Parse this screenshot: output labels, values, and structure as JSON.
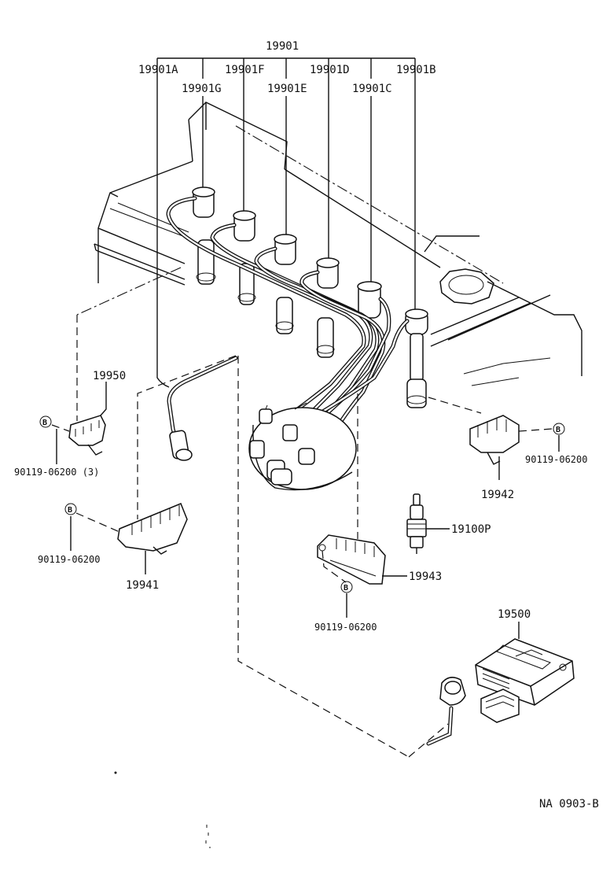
{
  "labels": {
    "set": "19901",
    "a": "19901A",
    "f": "19901F",
    "d": "19901D",
    "b": "19901B",
    "g": "19901G",
    "e": "19901E",
    "c": "19901C",
    "clamp_left": "19950",
    "clamp_left_bolt": "90119-06200 (3)",
    "clamp_right": "19942",
    "clamp_right_bolt": "90119-06200",
    "clamp_lower_left": "19941",
    "clamp_lower_left_bolt": "90119-06200",
    "clamp_center": "19943",
    "clamp_center_bolt": "90119-06200",
    "spark_plug": "19100P",
    "coil": "19500",
    "bolt_marker": "B",
    "figure_code": "NA 0903-B"
  }
}
